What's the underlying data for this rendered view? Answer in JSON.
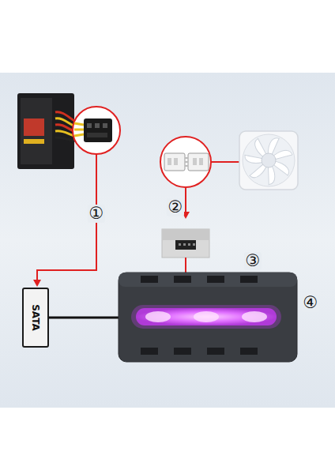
{
  "diagram": {
    "nodes": [
      {
        "text": [
          "SATA"
        ]
      }
    ],
    "labels": [
      "①",
      "②",
      "③",
      "④"
    ]
  }
}
